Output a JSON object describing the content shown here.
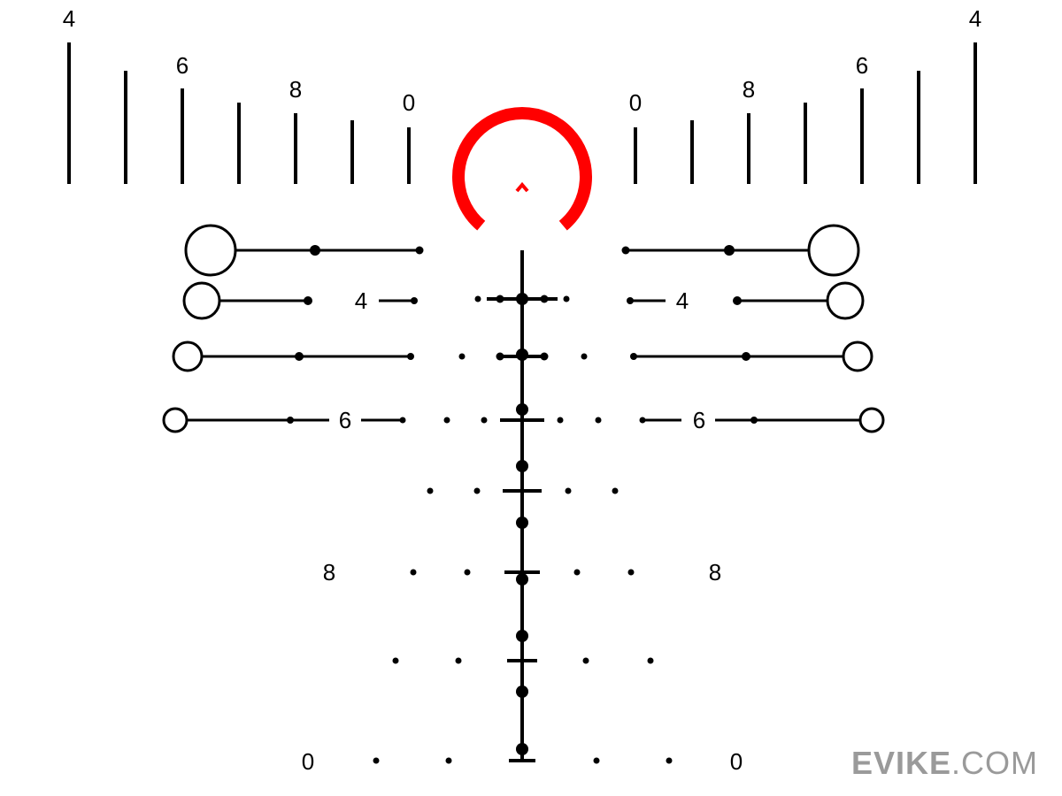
{
  "reticle": {
    "reticle_color": "#000000",
    "aim_color": "#ff0000",
    "top_scale_labels": [
      "4",
      "6",
      "8",
      "0",
      "0",
      "8",
      "6",
      "4"
    ],
    "holdover_labels": {
      "row2": "4",
      "row4": "6",
      "row6": "8",
      "row8": "0"
    }
  },
  "watermark": {
    "brand": "EVIKE",
    "suffix": ".COM"
  }
}
